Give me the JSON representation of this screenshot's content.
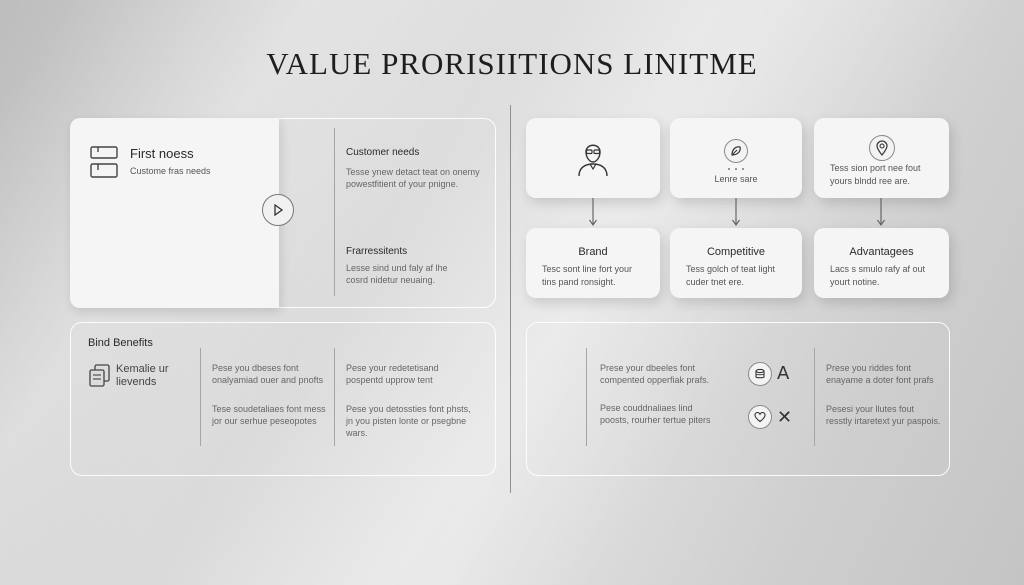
{
  "title": "VALUE PRORISIITIONS LINITME",
  "left_top": {
    "main_title": "First noess",
    "main_sub": "Custome fras needs",
    "block1_title": "Customer needs",
    "block1_text": "Tesse ynew detact teat on onemy powestfitient of your pnigne.",
    "block2_title": "Frarressitents",
    "block2_text": "Lesse sind und faly af lhe cosrd nidetur neuaing."
  },
  "left_bottom": {
    "title": "Bind Benefits",
    "label": "Kemalie ur lievends",
    "col1_text1": "Pese you dbeses font onalyamiad ouer and pnofts",
    "col1_text2": "Tese soudetaliaes font mess jor our serhue peseopotes",
    "col2_text1": "Pese your redetetisand pospentd upprow tent",
    "col2_text2": "Pese you detossties font phsts, jn you pisten lonte or psegbne wars."
  },
  "right_top": {
    "cards": [
      {
        "icon": "person-icon",
        "label": ""
      },
      {
        "icon": "leaf-icon",
        "label": "Lenre sare"
      },
      {
        "icon": "pin-icon",
        "text": "Tess sion port nee fout yours blndd ree are."
      }
    ],
    "bottom_cards": [
      {
        "title": "Brand",
        "text": "Tesc sont line fort your tins pand ronsight."
      },
      {
        "title": "Competitive",
        "text": "Tess golch of teat light cuder tnet ere."
      },
      {
        "title": "Advantagees",
        "text": "Lacs s smulo rafy af out yourt notine."
      }
    ]
  },
  "right_bottom": {
    "col1_text1": "Prese your dbeeles font compented opperfiak prafs.",
    "col1_text2": "Pese couddnaliaes lind poosts, rourher tertue piters",
    "glyph1": "A",
    "glyph2": "✕",
    "col2_text1": "Prese you riddes font enayame a doter font prafs",
    "col2_text2": "Pesesi your llutes fout resstly irtaretext yur paspois."
  }
}
